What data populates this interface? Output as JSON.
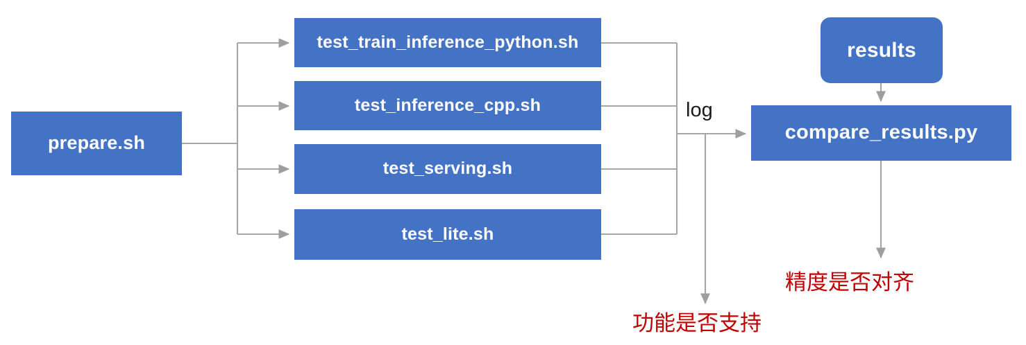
{
  "diagram": {
    "title": "Test pipeline flowchart",
    "colors": {
      "node_fill": "#4472C4",
      "node_text": "#FFFFFF",
      "connector": "#A6A6A6",
      "annotation_red": "#C00000",
      "label_black": "#1A1A1A",
      "background": "#FFFFFF"
    },
    "nodes": {
      "prepare": "prepare.sh",
      "test_train_inference_python": "test_train_inference_python.sh",
      "test_inference_cpp": "test_inference_cpp.sh",
      "test_serving": "test_serving.sh",
      "test_lite": "test_lite.sh",
      "results": "results",
      "compare_results": "compare_results.py"
    },
    "edge_labels": {
      "log": "log"
    },
    "annotations": {
      "function_supported": "功能是否支持",
      "precision_aligned": "精度是否对齐"
    }
  }
}
